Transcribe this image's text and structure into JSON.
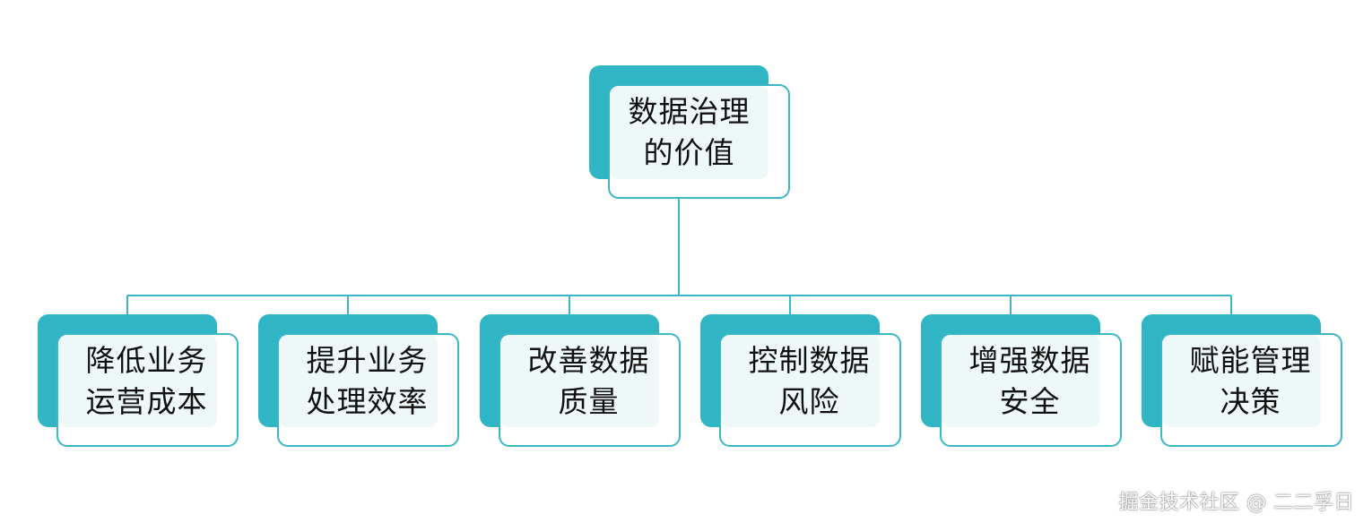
{
  "root": {
    "lines": [
      "数据治理",
      "的价值"
    ]
  },
  "children": [
    {
      "lines": [
        "降低业务",
        "运营成本"
      ]
    },
    {
      "lines": [
        "提升业务",
        "处理效率"
      ]
    },
    {
      "lines": [
        "改善数据",
        "质量"
      ]
    },
    {
      "lines": [
        "控制数据",
        "风险"
      ]
    },
    {
      "lines": [
        "增强数据",
        "安全"
      ]
    },
    {
      "lines": [
        "赋能管理",
        "决策"
      ]
    }
  ],
  "watermark": "掘金技术社区 @ 二二孚日",
  "colors": {
    "accent": "#2fb5c4",
    "border": "#3ab8c6",
    "fill": "#eef8f9",
    "text": "#111111"
  }
}
